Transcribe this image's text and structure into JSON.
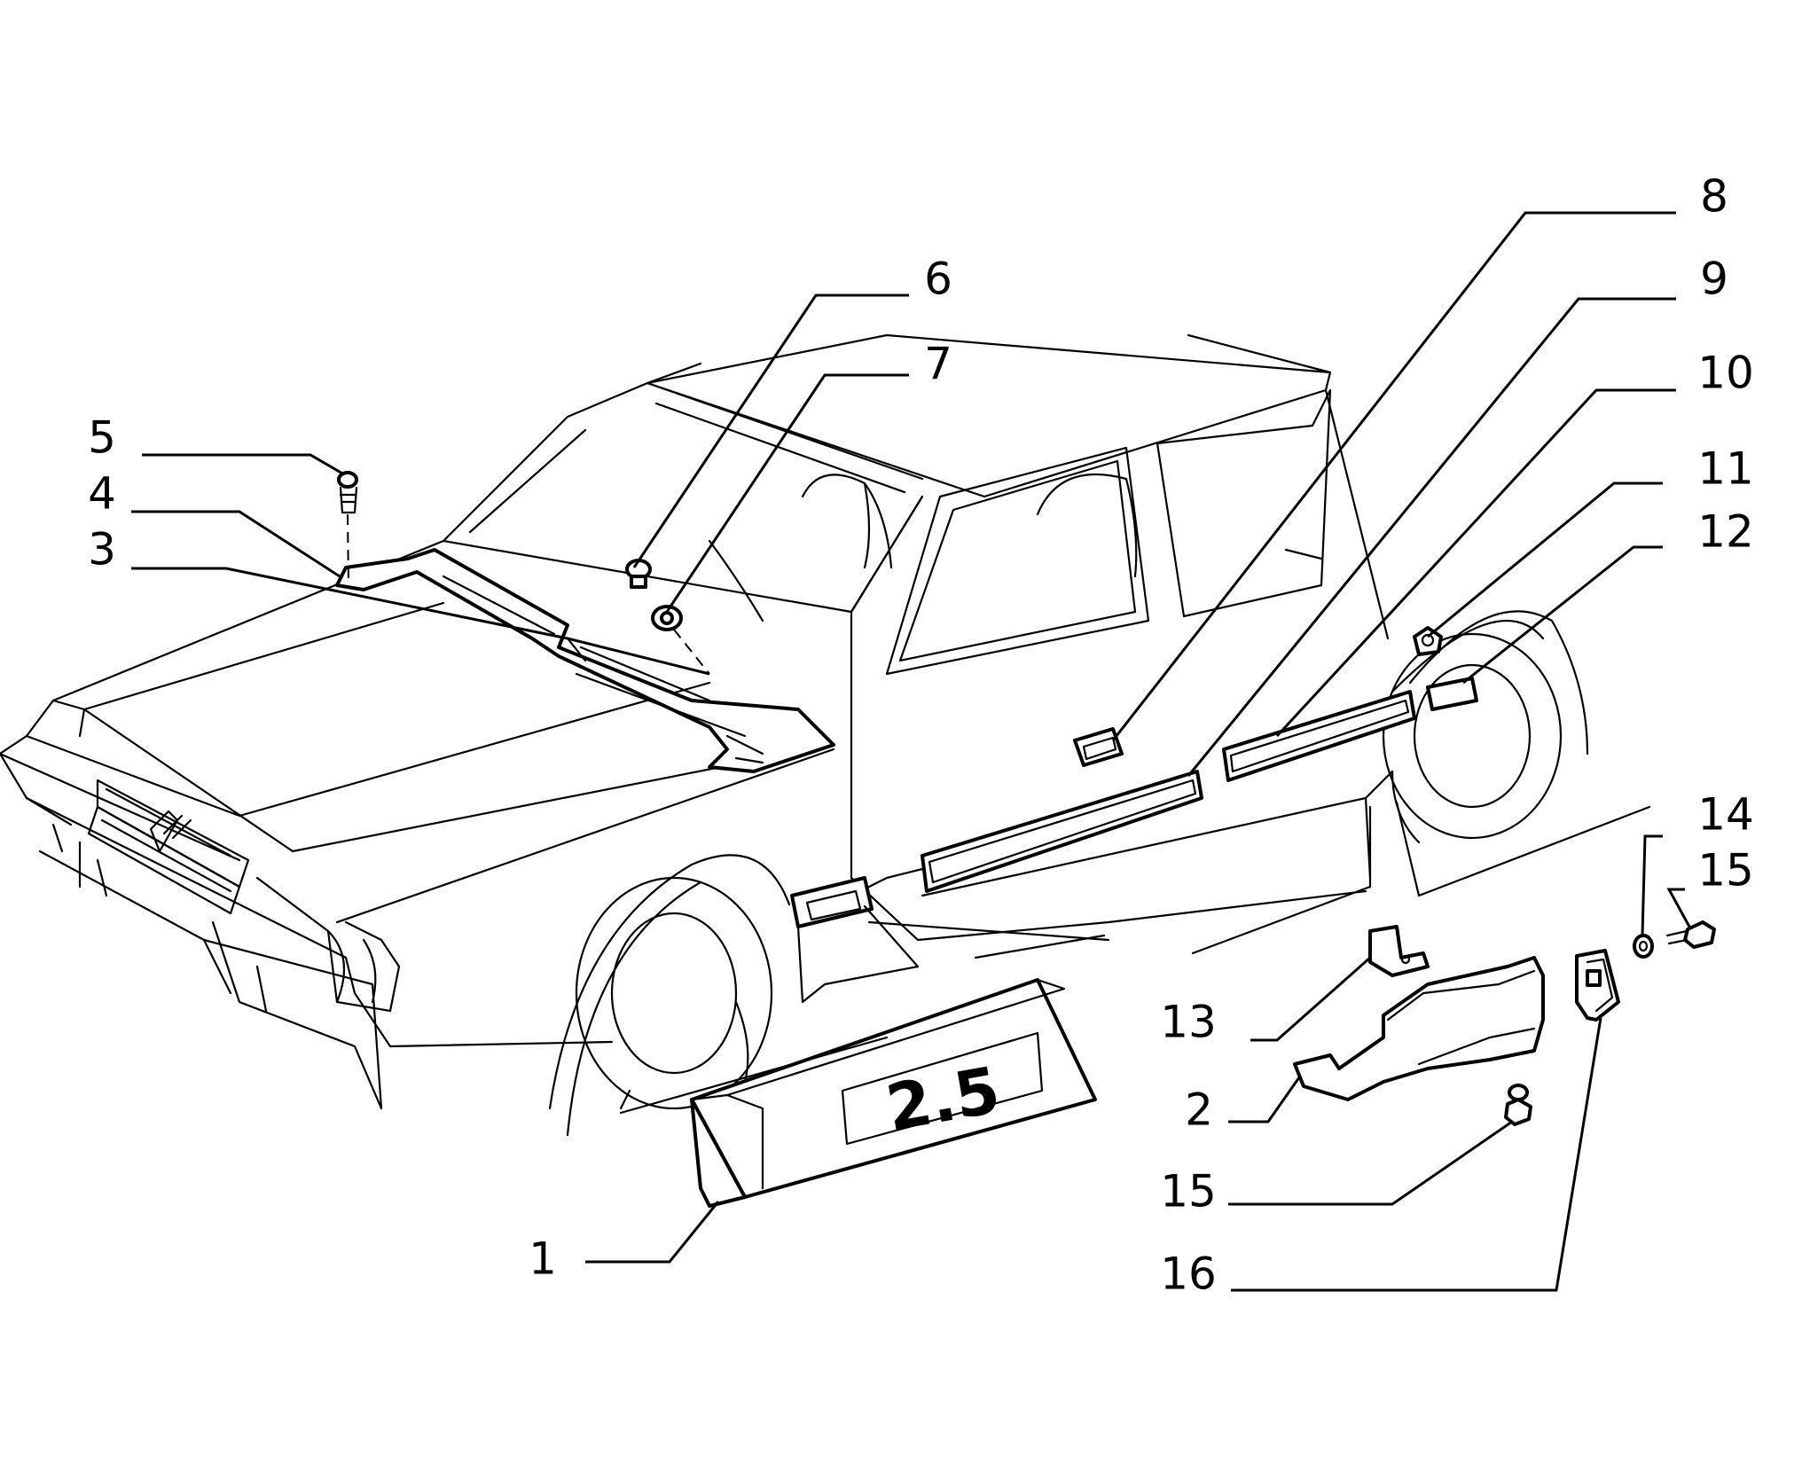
{
  "badge": {
    "text": "2.5"
  },
  "callouts": [
    {
      "id": "1",
      "label": "1"
    },
    {
      "id": "2",
      "label": "2"
    },
    {
      "id": "3",
      "label": "3"
    },
    {
      "id": "4",
      "label": "4"
    },
    {
      "id": "5",
      "label": "5"
    },
    {
      "id": "6",
      "label": "6"
    },
    {
      "id": "7",
      "label": "7"
    },
    {
      "id": "8",
      "label": "8"
    },
    {
      "id": "9",
      "label": "9"
    },
    {
      "id": "10",
      "label": "10"
    },
    {
      "id": "11",
      "label": "11"
    },
    {
      "id": "12",
      "label": "12"
    },
    {
      "id": "13",
      "label": "13"
    },
    {
      "id": "14",
      "label": "14"
    },
    {
      "id": "15a",
      "label": "15"
    },
    {
      "id": "15b",
      "label": "15"
    },
    {
      "id": "16",
      "label": "16"
    }
  ]
}
